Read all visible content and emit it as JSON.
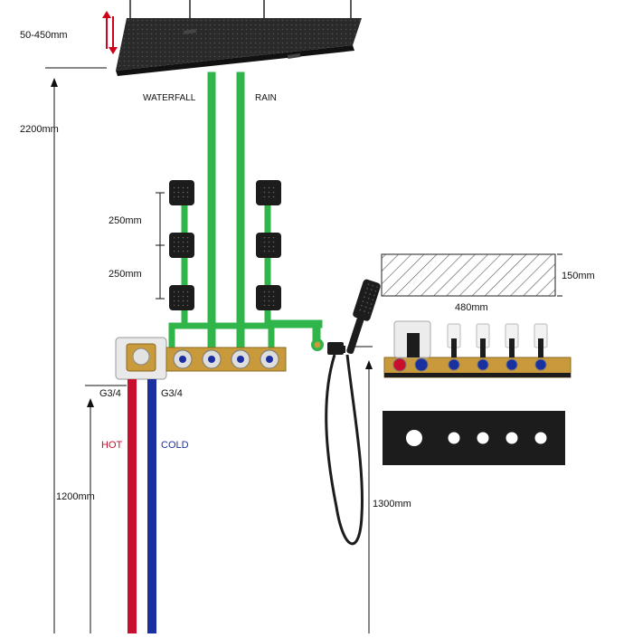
{
  "labels": {
    "shower_height": "50-450mm",
    "waterfall": "WATERFALL",
    "rain": "RAIN",
    "total_height": "2200mm",
    "spacing_top": "250mm",
    "spacing_bottom": "250mm",
    "valve_height": "1200mm",
    "hot": "HOT",
    "cold": "COLD",
    "inlet_left": "G3/4",
    "inlet_right": "G3/4",
    "box_height": "150mm",
    "box_width": "480mm",
    "handheld_height": "1300mm"
  },
  "colors": {
    "pipe_green": "#2fb54a",
    "hot_pipe": "#c8102e",
    "cold_pipe": "#1a2fa0",
    "matte_black": "#1c1c1c",
    "brass": "#c89a3c",
    "arrow_red": "#d0021b"
  },
  "icons": [
    "up-down-arrow-icon",
    "hatch-pattern-icon"
  ]
}
